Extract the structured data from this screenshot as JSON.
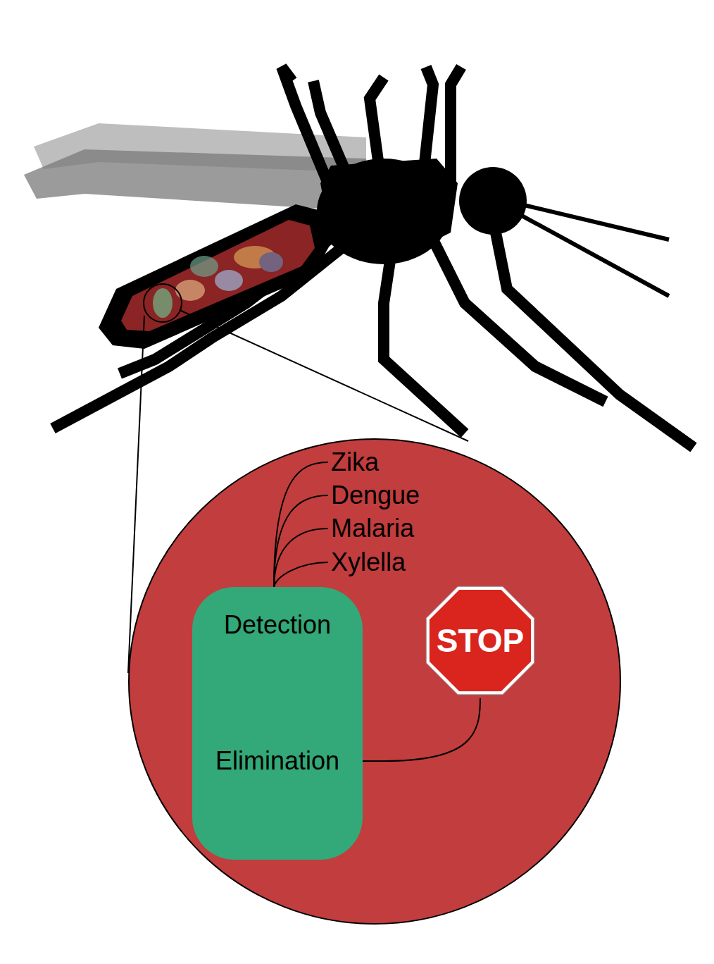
{
  "diagram": {
    "nodes": [
      {
        "text": [
          "Zika",
          "Dengue",
          "Malaria",
          "Xylella"
        ]
      },
      {
        "text": [
          "Detection",
          "Elimination"
        ],
        "in": 0
      },
      {
        "text": [
          "STOP"
        ],
        "in": 0
      }
    ],
    "edges": [
      {
        "from": 1,
        "to": 2,
        "arrow": "none"
      }
    ]
  }
}
